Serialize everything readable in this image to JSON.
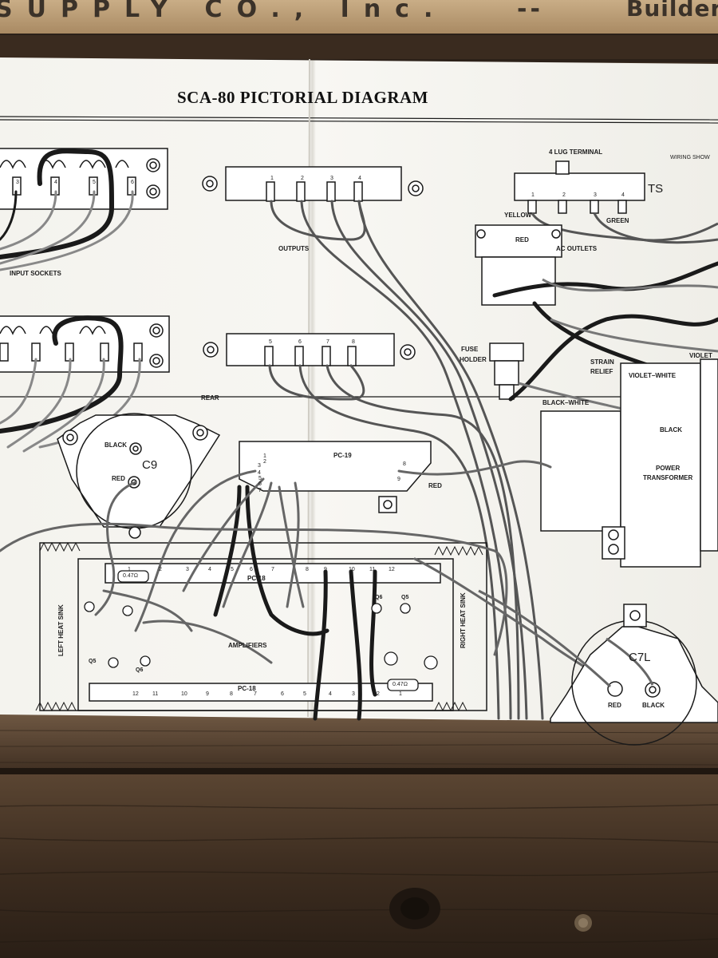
{
  "crate": {
    "top_text": "SUPPLY CO., Inc.",
    "top_dash": "--",
    "top_builder": "Builder"
  },
  "diagram": {
    "title": "SCA-80 PICTORIAL DIAGRAM",
    "header_right": "WIRING SHOW",
    "labels": {
      "input_sockets": "INPUT SOCKETS",
      "outputs": "OUTPUTS",
      "four_lug_terminal": "4 LUG TERMINAL",
      "ts": "TS",
      "yellow": "YELLOW",
      "green": "GREEN",
      "red_ac": "RED",
      "ac_outlets": "AC OUTLETS",
      "fuse": "FUSE",
      "holder": "HOLDER",
      "strain": "STRAIN",
      "relief": "RELIEF",
      "violet": "VIOLET",
      "violet_white": "VIOLET–WHITE",
      "black_white": "BLACK–WHITE",
      "black_pt": "BLACK",
      "power": "POWER",
      "transformer": "TRANSFORMER",
      "rear": "REAR",
      "black_c9": "BLACK",
      "c9": "C9",
      "red_c9": "RED",
      "pc19": "PC-19",
      "red_pc19": "RED",
      "pc18_top": "PC-18",
      "pc18_bottom": "PC-18",
      "amplifiers": "AMPLIFIERS",
      "left_heat_sink": "LEFT HEAT SINK",
      "right_heat_sink": "RIGHT HEAT SINK",
      "c7l": "C7L",
      "red_c7l": "RED",
      "black_c7l": "BLACK",
      "q5_left": "Q5",
      "q6_left": "Q6",
      "q6_right": "Q6",
      "q5_right": "Q5",
      "cap_047_left": "0.47Ω",
      "cap_047_right": "0.47Ω"
    },
    "terminal_numbers": {
      "outputs_top": [
        "1",
        "2",
        "3",
        "4"
      ],
      "outputs_bottom": [
        "5",
        "6",
        "7",
        "8"
      ],
      "ts": [
        "1",
        "2",
        "3",
        "4"
      ],
      "input_top": [
        "3",
        "4",
        "5",
        "6"
      ],
      "pc18_top": [
        "1",
        "2",
        "3",
        "4",
        "5",
        "6",
        "7",
        "8",
        "9",
        "10",
        "11",
        "12"
      ],
      "pc18_bottom": [
        "12",
        "11",
        "10",
        "9",
        "8",
        "7",
        "6",
        "5",
        "4",
        "3",
        "2",
        "1"
      ],
      "pc19_left": [
        "1",
        "2",
        "3",
        "4",
        "5",
        "6",
        "7"
      ],
      "pc19_right": [
        "8",
        "9"
      ]
    }
  },
  "colors": {
    "wood_dark": "#2e2219",
    "wood_mid": "#4a3828",
    "wood_light": "#6b5641",
    "crate_board": "#b89a73",
    "paper": "#f5f4ef",
    "ink": "#1a1a1a"
  }
}
